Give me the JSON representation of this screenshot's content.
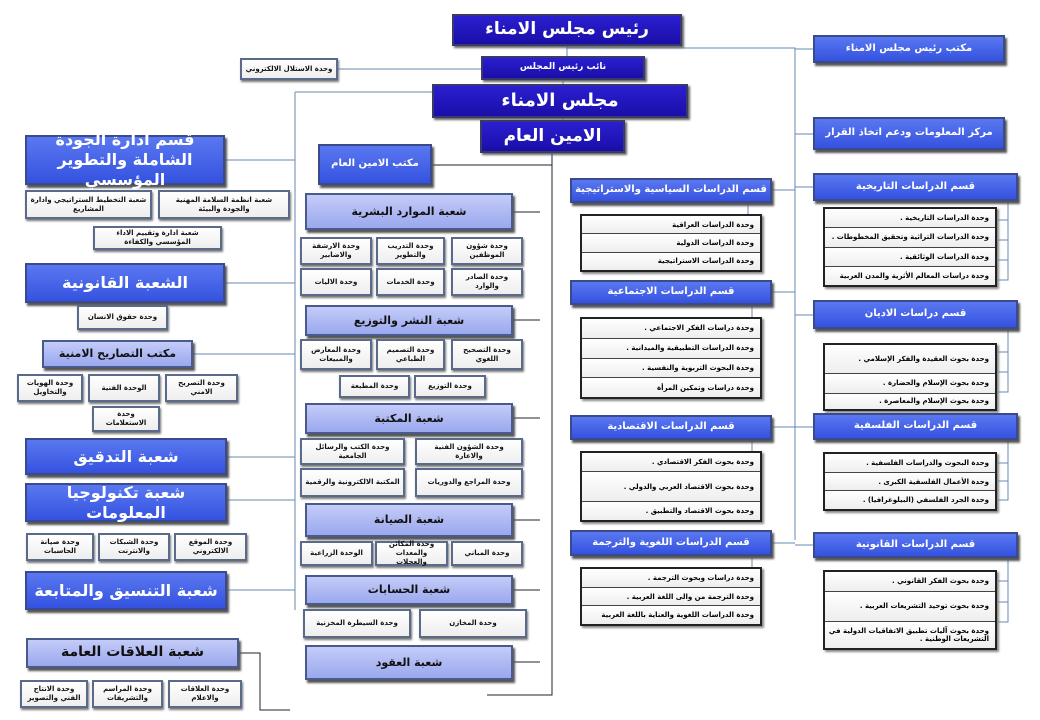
{
  "top": {
    "chairman": "رئيس مجلس الامناء",
    "vice_chairman": "نائب رئيس المجلس",
    "plagiarism_unit": "وحدة الاستلال الالكتروني",
    "board": "مجلس الامناء",
    "secretary_general": "الامين العام",
    "chairman_office": "مكتب رئيس مجلس الامناء",
    "info_center": "مركز المعلومات ودعم اتخاذ القرار",
    "sg_office": "مكتب الامين العام"
  },
  "left": {
    "quality": {
      "title": "قسم ادارة الجودة الشاملة والتطوير المؤسسي",
      "units": [
        "شعبة انظمة السلامة المهنية والجودة والبيئة",
        "شعبة التخطيط الستراتيجي وادارة المشاريع",
        "شعبة ادارة وتقييم الاداء المؤسسي والكفاءة"
      ]
    },
    "legal": {
      "title": "الشعبة القانونية",
      "units": [
        "وحدة حقوق الانسان"
      ]
    },
    "security": {
      "title": "مكتب التصاريح الامنية",
      "units": [
        "وحدة التصريح الامني",
        "الوحدة الفنية",
        "وحدة الهويات والتخاويل",
        "وحدة الاستعلامات"
      ]
    },
    "audit": {
      "title": "شعبة التدقيق"
    },
    "it": {
      "title": "شعبة تكنولوجيا المعلومات",
      "units": [
        "وحدة الموقع الالكتروني",
        "وحدة الشبكات والانترنت",
        "وحدة صيانة الحاسبات"
      ]
    },
    "coordination": {
      "title": "شعبة التنسيق والمتابعة"
    },
    "pr": {
      "title": "شعبة العلاقات العامة",
      "units": [
        "وحدة العلاقات والاعلام",
        "وحدة المراسم والتشريفات",
        "وحدة الانتاج الفني والتصوير"
      ]
    }
  },
  "middle": {
    "hr": {
      "title": "شعبة الموارد البشرية",
      "units": [
        "وحدة شؤون الموظفين",
        "وحدة التدريب والتطوير",
        "وحدة الارشفة والاضابير",
        "وحدة الصادر والوارد",
        "وحدة الخدمات",
        "وحدة الاليات"
      ]
    },
    "publishing": {
      "title": "شعبة النشر والتوزيع",
      "units": [
        "وحدة التصحيح اللغوي",
        "وحدة التصميم الطباعي",
        "وحدة المعارض والمبيعات",
        "وحدة التوزيع",
        "وحدة المطبعة"
      ]
    },
    "library": {
      "title": "شعبة المكتبة",
      "units": [
        "وحدة الشؤون الفنية والاعارة",
        "وحدة الكتب والرسائل الجامعية",
        "وحدة المراجع والدوريات",
        "المكتبة الالكترونية والرقمية"
      ]
    },
    "maintenance": {
      "title": "شعبة الصيانة",
      "units": [
        "وحدة المباني",
        "وحدة المكائن والمعدات والعجلات",
        "الوحدة الزراعية"
      ]
    },
    "accounts": {
      "title": "شعبة الحسابات",
      "units": [
        "وحدة المخازن",
        "وحدة السيطرة المخزنية"
      ]
    },
    "contracts": {
      "title": "شعبة العقود"
    }
  },
  "studies": {
    "political": {
      "title": "قسم الدراسات السياسية والاستراتيجية",
      "units": [
        "وحدة الدراسات العراقية",
        "وحدة الدراسات الدولية",
        "وحدة الدراسات الاستراتيجية"
      ]
    },
    "social": {
      "title": "قسم الدراسات الاجتماعية",
      "units": [
        "وحدة دراسات الفكر الاجتماعي .",
        "وحدة الدراسات التطبيقية والميدانية .",
        "وحدة البحوث التربوية والنفسية .",
        "وحدة دراسات وتمكين المرأة"
      ]
    },
    "economic": {
      "title": "قسم الدراسات الاقتصادية",
      "units": [
        "وحدة بحوث الفكر الاقتصادي .",
        "وحدة بحوث الاقتصاد العربي والدولي .",
        "وحدة بحوث الاقتصاد والتطبيق ."
      ]
    },
    "linguistic": {
      "title": "قسم الدراسات اللغوية والترجمة",
      "units": [
        "وحدة دراسات وبحوث الترجمة .",
        "وحدة الترجمة من والى اللغة العربية .",
        "وحدة الدراسات اللغوية والعناية باللغة العربية"
      ]
    },
    "historical": {
      "title": "قسم الدراسات التاريخية",
      "units": [
        "وحدة الدراسات التاريخية .",
        "وحدة الدراسات التراثية وتحقيق المخطوطات .",
        "وحدة الدراسات الوثائقية .",
        "وحدة دراسات المعالم الأثرية والمدن العربية"
      ]
    },
    "religions": {
      "title": "قسم دراسات الاديان",
      "units": [
        "وحدة بحوث العقيدة والفكر الإسلامي .",
        "وحدة بحوث الإسلام والحضارة .",
        "وحدة بحوث الإسلام والمعاصرة ."
      ]
    },
    "philosophy": {
      "title": "قسم الدراسات الفلسفية",
      "units": [
        "وحدة البحوث والدراسات الفلسفية .",
        "وحدة الأعمال الفلسفية الكبرى .",
        "وحدة الجرد الفلسفي (البيلوغرافيا) ."
      ]
    },
    "law": {
      "title": "قسم الدراسات القانونية",
      "units": [
        "وحدة بحوث الفكر القانوني .",
        "وحدة بحوث توحيد التشريعات العربية .",
        "وحدة بحوث آليات تطبيق الاتفاقيات الدولية في التشريعات الوطنية ."
      ]
    }
  }
}
